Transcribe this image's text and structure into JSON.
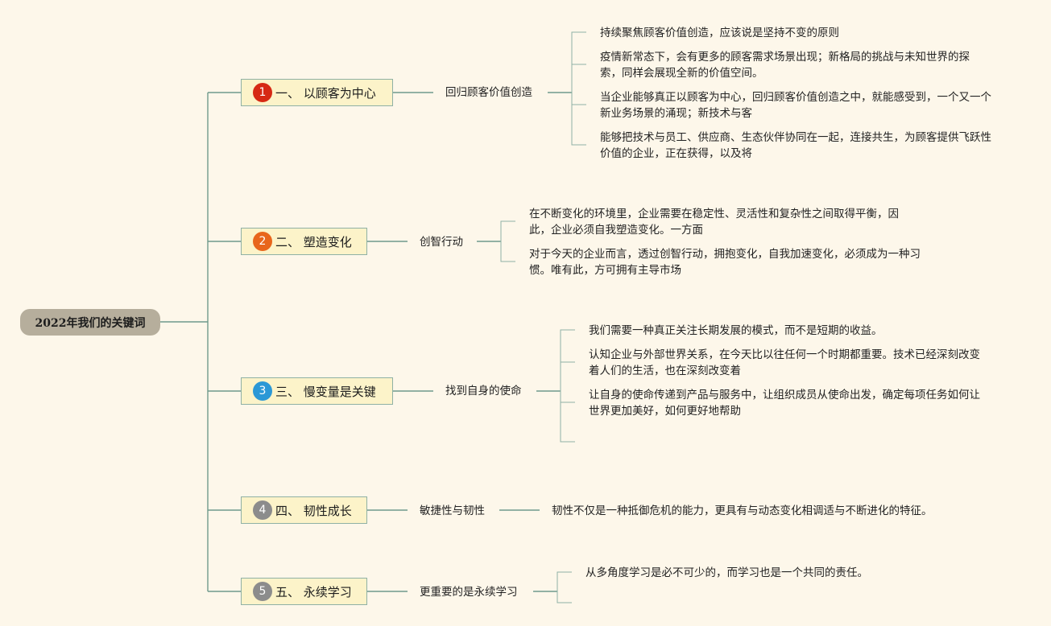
{
  "root": {
    "label": "2022年我们的关键词"
  },
  "colors": {
    "badge1": "#d62914",
    "badge2": "#e8661c",
    "badge3": "#2b98d6",
    "badge4": "#8c8c8c",
    "badge5": "#8c8c8c",
    "line": "#6f9a8c",
    "branch_bg": "#fcf3c9"
  },
  "branches": [
    {
      "number": "1",
      "label": "一、 以顾客为中心",
      "sub": "回归顾客价值创造",
      "leaves": [
        "持续聚焦顾客价值创造，应该说是坚持不变的原则",
        "疫情新常态下，会有更多的顾客需求场景出现；新格局的挑战与未知世界的探索，同样会展现全新的价值空间。",
        "当企业能够真正以顾客为中心，回归顾客价值创造之中，就能感受到，一个又一个新业务场景的涌现；新技术与客",
        "能够把技术与员工、供应商、生态伙伴协同在一起，连接共生，为顾客提供飞跃性价值的企业，正在获得，以及将"
      ]
    },
    {
      "number": "2",
      "label": "二、 塑造变化",
      "sub": "创智行动",
      "leaves": [
        "在不断变化的环境里，企业需要在稳定性、灵活性和复杂性之间取得平衡，因此，企业必须自我塑造变化。一方面",
        "对于今天的企业而言，透过创智行动，拥抱变化，自我加速变化，必须成为一种习惯。唯有此，方可拥有主导市场"
      ]
    },
    {
      "number": "3",
      "label": "三、 慢变量是关键",
      "sub": "找到自身的使命",
      "leaves": [
        "我们需要一种真正关注长期发展的模式，而不是短期的收益。",
        "认知企业与外部世界关系，在今天比以往任何一个时期都重要。技术已经深刻改变着人们的生活，也在深刻改变着",
        "让自身的使命传递到产品与服务中，让组织成员从使命出发，确定每项任务如何让世界更加美好，如何更好地帮助"
      ]
    },
    {
      "number": "4",
      "label": "四、 韧性成长",
      "sub": "敏捷性与韧性",
      "leaves": [
        "韧性不仅是一种抵御危机的能力，更具有与动态变化相调适与不断进化的特征。"
      ]
    },
    {
      "number": "5",
      "label": "五、 永续学习",
      "sub": "更重要的是永续学习",
      "leaves": [
        "从多角度学习是必不可少的，而学习也是一个共同的责任。"
      ]
    }
  ]
}
